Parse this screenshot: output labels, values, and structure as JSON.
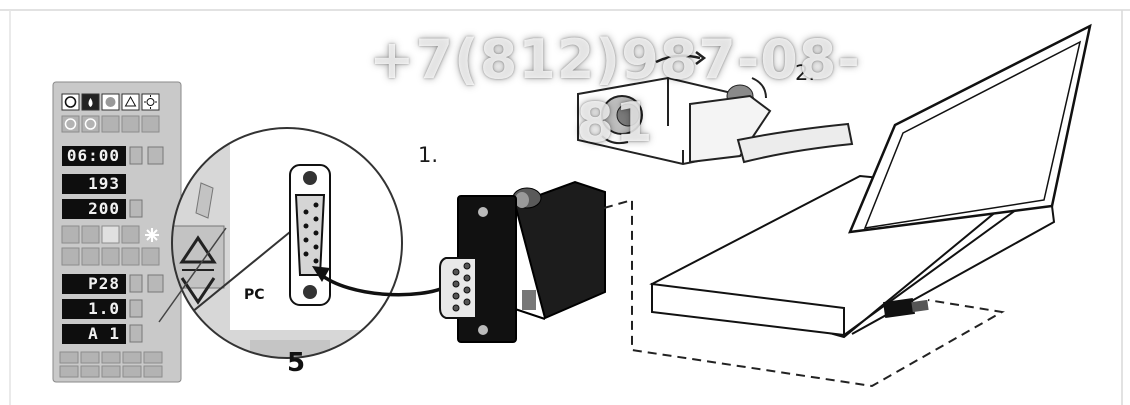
{
  "watermark": "+7(812)987-08-81",
  "steps": {
    "step1": "1.",
    "step2": "2."
  },
  "magnified": {
    "port_label": "PC",
    "number": "5"
  },
  "panel": {
    "displays": [
      "06:00",
      "193",
      "200",
      "P28",
      "1.0",
      "A 1"
    ]
  },
  "colors": {
    "ink": "#111111",
    "panel_bg": "#c8c8c8",
    "dashed_cable": "#222222"
  }
}
